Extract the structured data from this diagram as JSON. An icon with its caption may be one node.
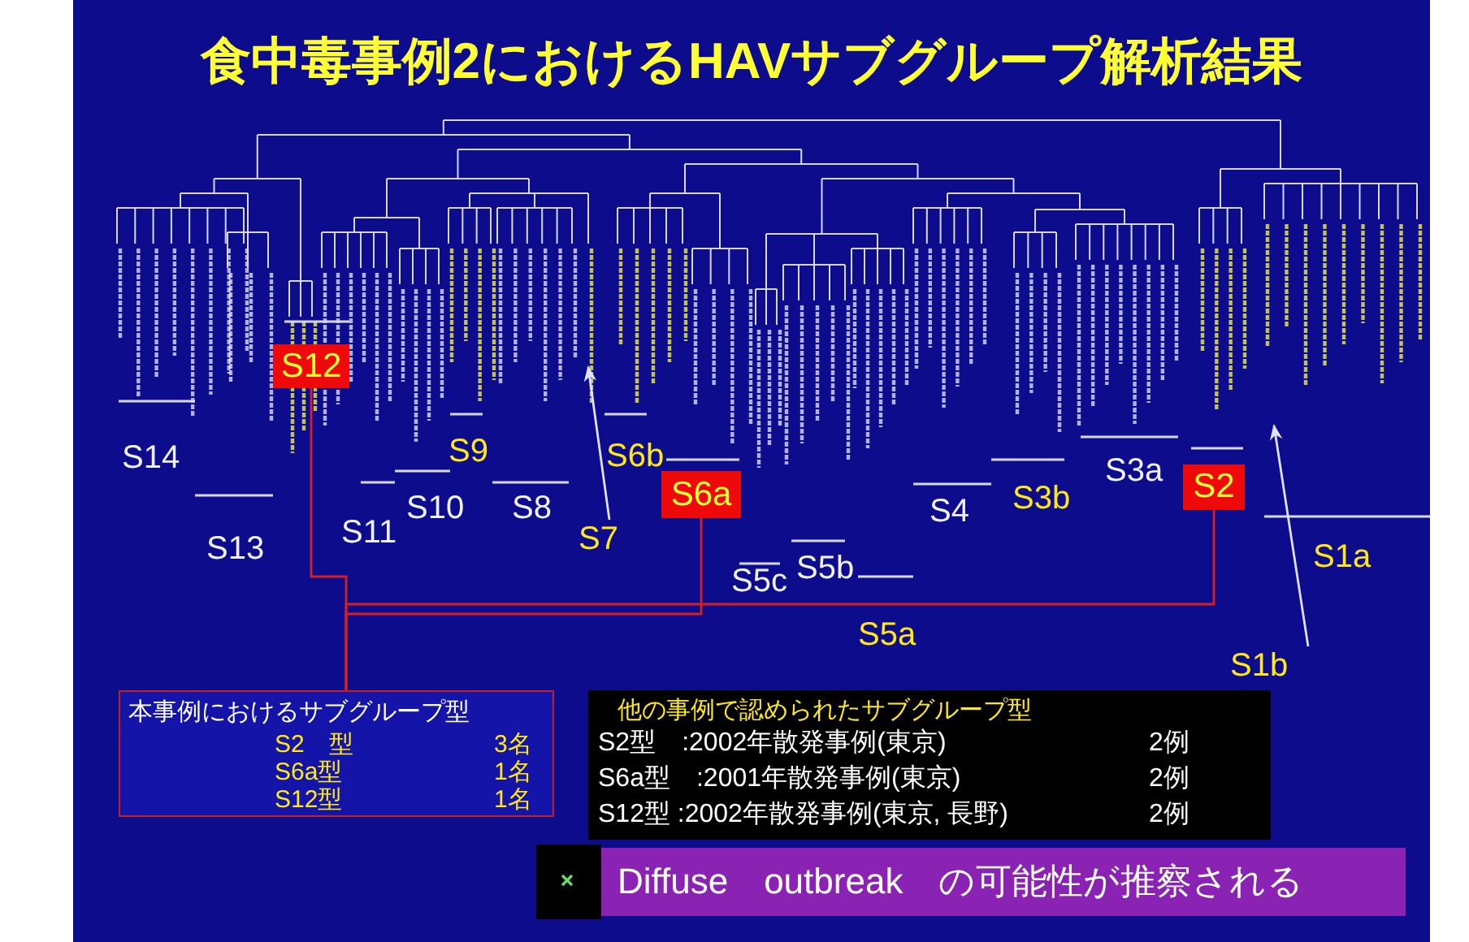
{
  "diagram": {
    "title": "食中毒事例2におけるHAVサブグループ解析結果",
    "nodes": [
      {
        "text": [
          "S12"
        ]
      },
      {
        "text": [
          "S6a"
        ]
      },
      {
        "text": [
          "S2"
        ]
      },
      {
        "text": [
          "本事例におけるサブグループ型",
          "S2　型",
          "3名",
          "S6a型",
          "1名",
          "S12型",
          "1名"
        ]
      },
      {
        "text": [
          "他の事例で認められたサブグループ型",
          "S2型　:2002年散発事例(東京)",
          "2例",
          "S6a型　:2001年散発事例(東京)",
          "2例",
          "S12型 :2002年散発事例(東京, 長野)",
          "2例"
        ]
      },
      {
        "text": [
          "Diffuse　outbreak　の可能性が推察される"
        ]
      },
      {
        "text": [
          "S7"
        ]
      },
      {
        "text": [
          "S1b"
        ]
      }
    ],
    "edges": [
      {
        "from": 0,
        "to": 3,
        "arrow": "none"
      },
      {
        "from": 1,
        "to": 3,
        "arrow": "none"
      },
      {
        "from": 2,
        "to": 3,
        "arrow": "none"
      },
      {
        "from": 6,
        "to": null,
        "arrow": "to",
        "color": "#e0e0ff"
      },
      {
        "from": 7,
        "to": null,
        "arrow": "to",
        "color": "#e0e0ff"
      }
    ],
    "labels": [
      "S14",
      "S13",
      "S11",
      "S10",
      "S9",
      "S8",
      "S6b",
      "S5c",
      "S5b",
      "S5a",
      "S4",
      "S3b",
      "S3a",
      "S1a"
    ]
  }
}
